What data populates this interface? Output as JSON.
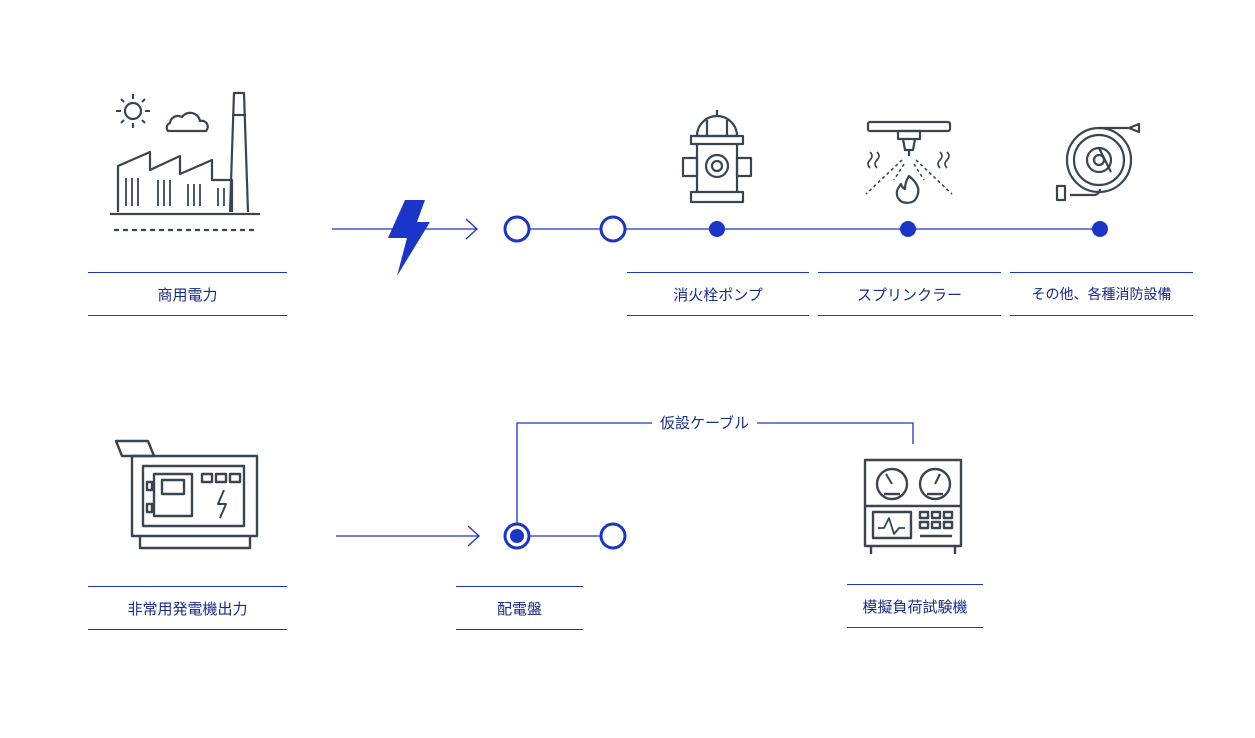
{
  "labels": {
    "commercial_power": "商用電力",
    "fire_pump": "消火栓ポンプ",
    "sprinkler": "スプリンクラー",
    "other_equipment": "その他、各種消防設備",
    "generator_output": "非常用発電機出力",
    "switchboard": "配電盤",
    "temp_cable": "仮設ケーブル",
    "load_tester": "模擬負荷試験機"
  },
  "colors": {
    "accent": "#1a35c8",
    "icon": "#3a4550",
    "text": "#1a2a8a"
  },
  "icons": [
    "factory-icon",
    "lightning-icon",
    "fire-hydrant-icon",
    "sprinkler-icon",
    "hose-reel-icon",
    "generator-icon",
    "load-tester-icon"
  ]
}
